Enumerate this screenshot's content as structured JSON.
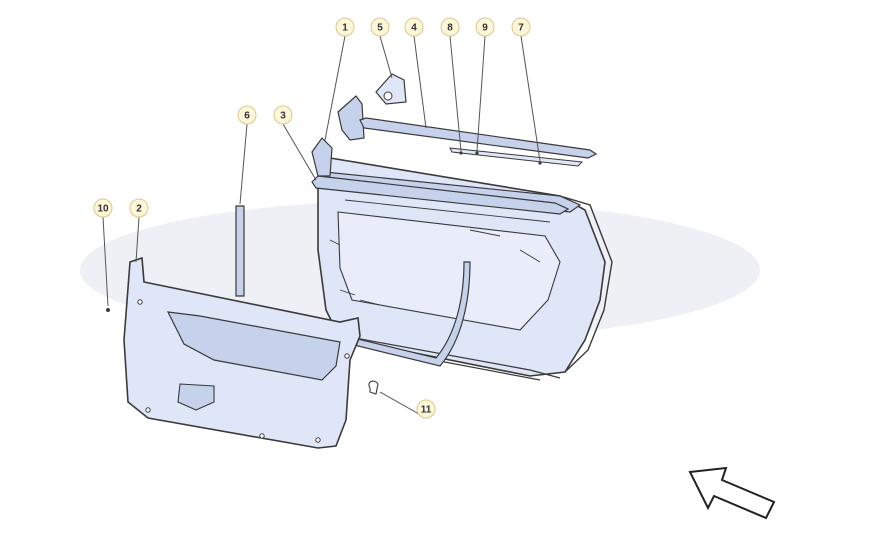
{
  "diagram": {
    "colors": {
      "panel_fill": "#dfe6f7",
      "panel_fill_dark": "#c6d1ec",
      "outline": "#3a3a3a",
      "callout_fill": "#fdf6d8",
      "callout_stroke": "#d9c98a",
      "leader": "#555555",
      "shadow": "#eceef3"
    },
    "callouts": [
      {
        "id": "1",
        "label": "1"
      },
      {
        "id": "5",
        "label": "5"
      },
      {
        "id": "4",
        "label": "4"
      },
      {
        "id": "8",
        "label": "8"
      },
      {
        "id": "9",
        "label": "9"
      },
      {
        "id": "7",
        "label": "7"
      },
      {
        "id": "6",
        "label": "6"
      },
      {
        "id": "3",
        "label": "3"
      },
      {
        "id": "10",
        "label": "10"
      },
      {
        "id": "2",
        "label": "2"
      },
      {
        "id": "11",
        "label": "11"
      }
    ],
    "direction_icon": "arrow-icon"
  }
}
